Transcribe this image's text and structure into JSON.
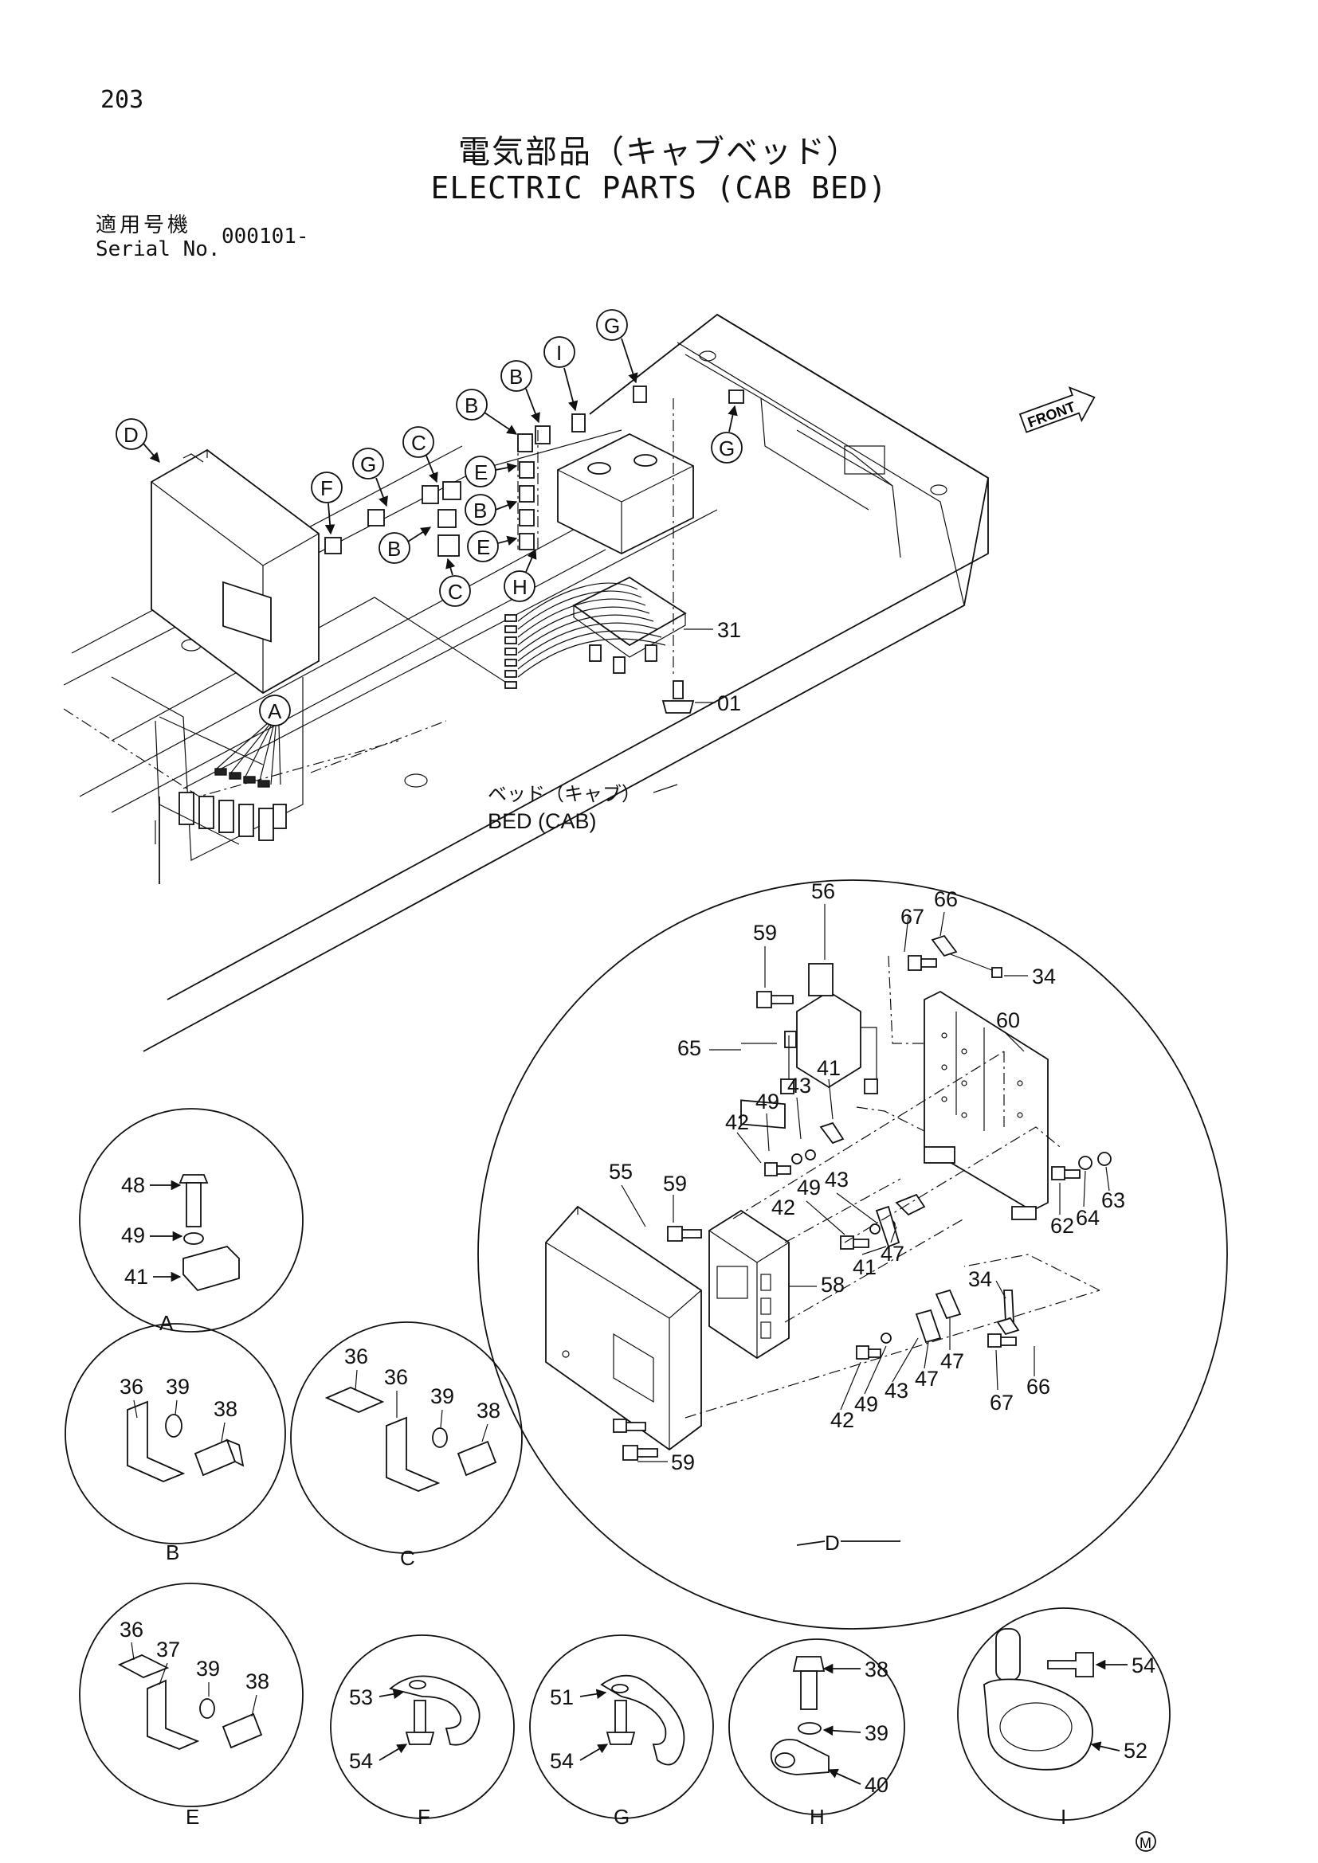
{
  "page": {
    "number": "203",
    "title_jp": "電気部品（キャブベッド）",
    "title_en": "ELECTRIC PARTS (CAB BED)",
    "serial_label_jp": "適用号機",
    "serial_label_en": "Serial No.",
    "serial_value": "000101-"
  },
  "main_diagram": {
    "front_label": "FRONT",
    "bed_label_jp": "ベッド（キャブ）",
    "bed_label_en": "BED (CAB)",
    "callouts": [
      "D",
      "F",
      "G",
      "C",
      "B",
      "B",
      "I",
      "G",
      "E",
      "B",
      "B",
      "E",
      "C",
      "H",
      "G",
      "A"
    ],
    "part_labels": [
      "31",
      "01"
    ]
  },
  "detail_d": {
    "name": "D",
    "part_labels": [
      "56",
      "67",
      "66",
      "59",
      "34",
      "60",
      "65",
      "41",
      "43",
      "49",
      "42",
      "55",
      "59",
      "43",
      "49",
      "42",
      "41",
      "47",
      "58",
      "62",
      "64",
      "63",
      "34",
      "42",
      "49",
      "43",
      "47",
      "47",
      "67",
      "66",
      "59"
    ]
  },
  "details": [
    {
      "name": "A",
      "part_labels": [
        "48",
        "49",
        "41"
      ]
    },
    {
      "name": "B",
      "part_labels": [
        "36",
        "39",
        "38"
      ]
    },
    {
      "name": "C",
      "part_labels": [
        "36",
        "36",
        "39",
        "38"
      ]
    },
    {
      "name": "E",
      "part_labels": [
        "36",
        "37",
        "39",
        "38"
      ]
    },
    {
      "name": "F",
      "part_labels": [
        "53",
        "54"
      ]
    },
    {
      "name": "G",
      "part_labels": [
        "51",
        "54"
      ]
    },
    {
      "name": "H",
      "part_labels": [
        "38",
        "39",
        "40"
      ]
    },
    {
      "name": "I",
      "part_labels": [
        "54",
        "52"
      ]
    }
  ],
  "footer_mark": "M"
}
